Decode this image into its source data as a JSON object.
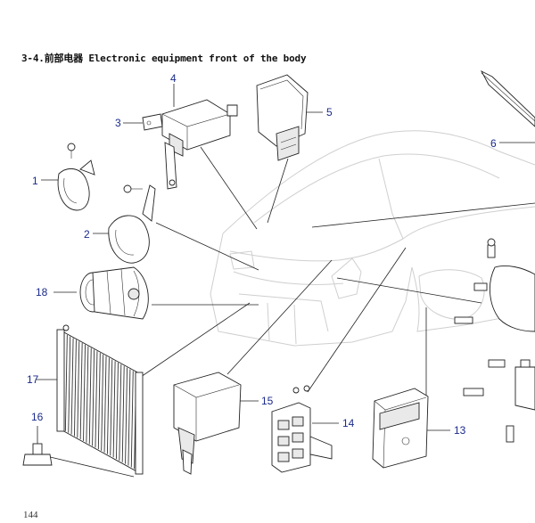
{
  "title": "3-4.前部电器 Electronic equipment front of the body",
  "page_number": "144",
  "callouts": [
    "1",
    "2",
    "3",
    "4",
    "5",
    "6",
    "13",
    "14",
    "15",
    "16",
    "17",
    "18"
  ]
}
